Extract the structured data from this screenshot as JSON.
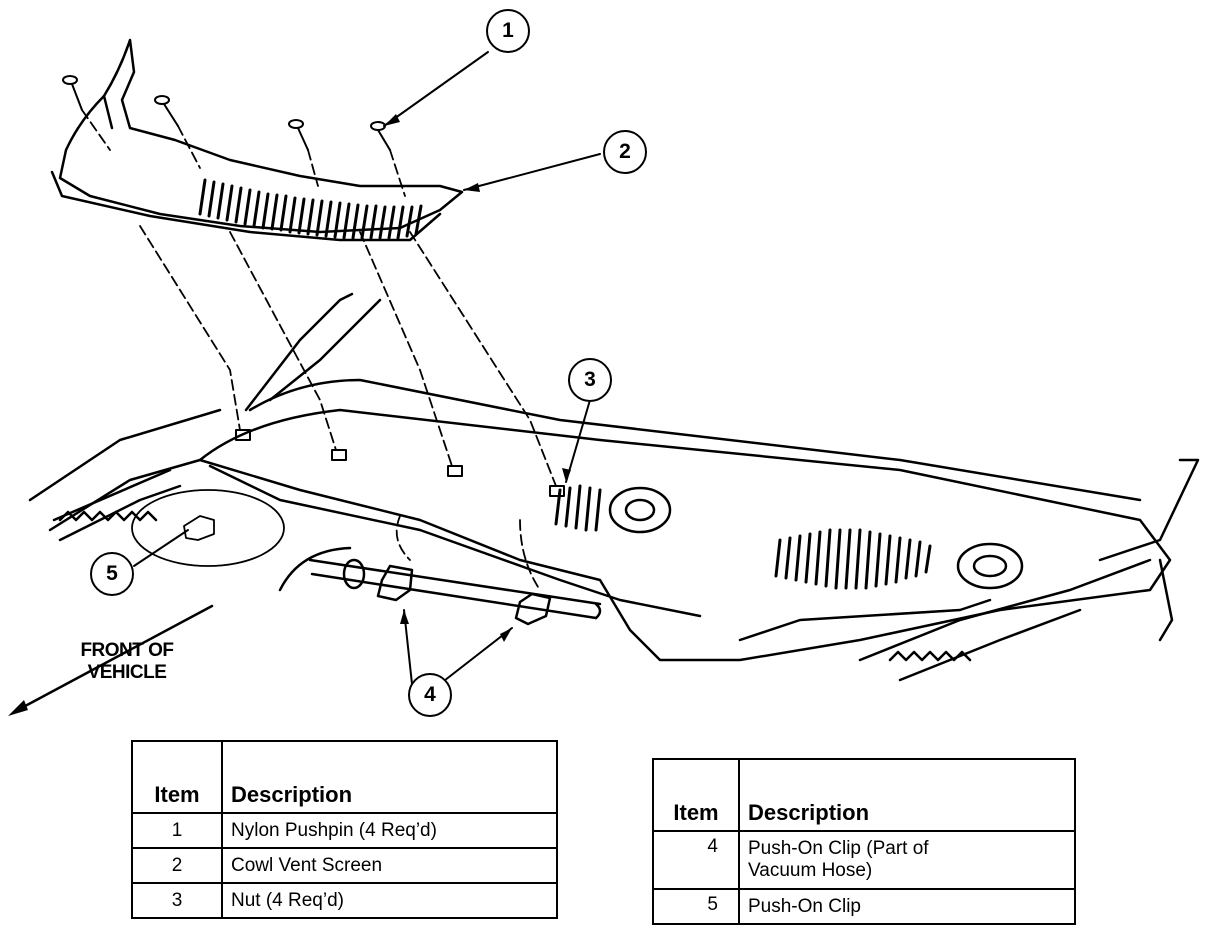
{
  "callouts": [
    {
      "id": "1",
      "label": "1"
    },
    {
      "id": "2",
      "label": "2"
    },
    {
      "id": "3",
      "label": "3"
    },
    {
      "id": "4",
      "label": "4"
    },
    {
      "id": "5",
      "label": "5"
    }
  ],
  "front_label": {
    "line1": "FRONT OF",
    "line2": "VEHICLE"
  },
  "legend_left": {
    "header": {
      "item": "Item",
      "description": "Description"
    },
    "rows": [
      {
        "item": "1",
        "description": "Nylon Pushpin  (4 Req’d)"
      },
      {
        "item": "2",
        "description": "Cowl Vent Screen"
      },
      {
        "item": "3",
        "description": "Nut  (4 Req’d)"
      }
    ]
  },
  "legend_right": {
    "header": {
      "item": "Item",
      "description": "Description"
    },
    "rows": [
      {
        "item": "4",
        "description_line1": "Push-On Clip (Part of",
        "description_line2": "Vacuum Hose)"
      },
      {
        "item": "5",
        "description_line1": "Push-On Clip",
        "description_line2": ""
      }
    ]
  }
}
